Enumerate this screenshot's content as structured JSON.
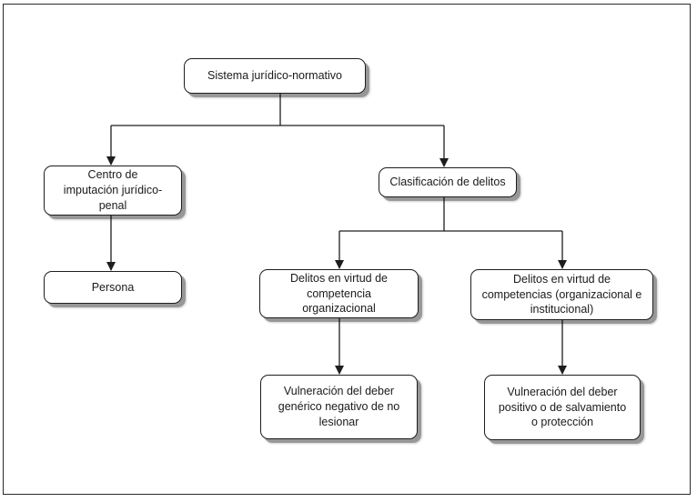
{
  "nodes": {
    "root": "Sistema jurídico-normativo",
    "imputation": "Centro de imputación jurídico-penal",
    "person": "Persona",
    "classification": "Clasificación de delitos",
    "organizational": "Delitos en virtud de competencia organizacional",
    "institutional": "Delitos en virtud de competencias (organizacional e institucional)",
    "negative_duty": "Vulneración del deber genérico negativo de no lesionar",
    "positive_duty": "Vulneración del deber positivo o de salvamiento o protección"
  },
  "colors": {
    "line": "#1e1e1e",
    "border": "#2b2b2b"
  }
}
